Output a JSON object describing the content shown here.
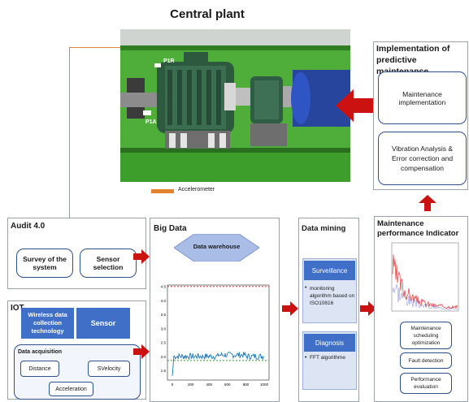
{
  "header": {
    "title": "Central plant"
  },
  "photo": {
    "labels": [
      "P1R",
      "P1A"
    ],
    "legend_label": "Accelerometer",
    "legend_color": "#e5822e"
  },
  "implementation": {
    "title": "Implementation of predictive maintenance",
    "box1": "Maintenance implementation",
    "box2": "Vibration Analysis & Error correction and compensation"
  },
  "audit": {
    "title": "Audit 4.0",
    "box1": "Survey of the system",
    "box2": "Sensor selection"
  },
  "iot": {
    "title": "IOT",
    "box1": "Wireless data collection technology",
    "box2": "Sensor",
    "acq_title": "Data acquisition",
    "items": [
      "Distance",
      "SVelocity",
      "Acceleration"
    ]
  },
  "bigdata": {
    "title": "Big Data",
    "warehouse": "Data warehouse",
    "chart": {
      "yticks": [
        "4.5",
        "4.0",
        "3.5",
        "3.0",
        "2.5",
        "2.0",
        "1.5"
      ],
      "xticks": [
        "0",
        "200",
        "400",
        "600",
        "800",
        "1000"
      ],
      "red_line": 4.5,
      "green_line": 1.85,
      "series_color": "#1f77b4"
    }
  },
  "datamining": {
    "title": "Data mining",
    "surveillance_title": "Surveillance",
    "surveillance_text": "monitoring algorithm based on ISO10816",
    "diagnosis_title": "Diagnosis",
    "diagnosis_text": "FFT algorithme"
  },
  "indicator": {
    "title": "Maintenance performance Indicator",
    "items": [
      "Maintenance scheduling optimization",
      "Fault detection",
      "Performance evaluation"
    ]
  },
  "colors": {
    "accent_blue": "#3f6fc6",
    "arrow_red": "#cc1111",
    "frame_green": "#3d9e2c"
  }
}
